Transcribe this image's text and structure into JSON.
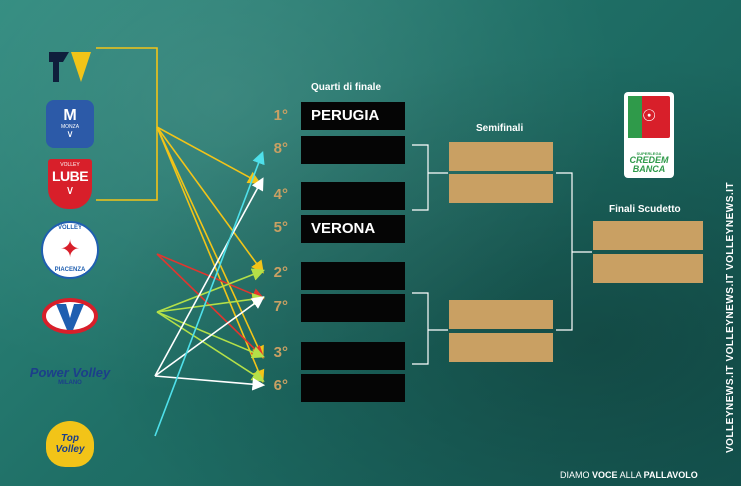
{
  "titles": {
    "quarti": "Quarti di finale",
    "semifinali": "Semifinali",
    "finali": "Finali Scudetto"
  },
  "quarterfinals": [
    {
      "seed": "1°",
      "team": "PERUGIA"
    },
    {
      "seed": "8°",
      "team": ""
    },
    {
      "seed": "4°",
      "team": ""
    },
    {
      "seed": "5°",
      "team": "VERONA"
    },
    {
      "seed": "2°",
      "team": ""
    },
    {
      "seed": "7°",
      "team": ""
    },
    {
      "seed": "3°",
      "team": ""
    },
    {
      "seed": "6°",
      "team": ""
    }
  ],
  "logos": {
    "lube": "LUBE",
    "lube_small": "VOLLEY",
    "monza_small": "MONZA",
    "piacenza": "PIACENZA",
    "piacenza_small": "VOLLEY",
    "powervolley": "Power Volley",
    "powervolley_small": "MILANO",
    "topvolley": "Top Volley",
    "sponsor_line1": "CREDEM",
    "sponsor_line2": "BANCA",
    "sponsor_top": "SUPERLEGA"
  },
  "footer": {
    "tagline_1": "DIAMO",
    "tagline_2": "VOCE",
    "tagline_3": "ALLA",
    "tagline_4": "PALLAVOLO"
  },
  "side_text": "VOLLEYNEWS.IT   VOLLEYNEWS.IT   VOLLEYNEWS.IT",
  "colors": {
    "gold": "#c9a063",
    "arrow_yellow": "#f2c418",
    "arrow_red": "#e2352e",
    "arrow_green": "#b4e048",
    "arrow_white": "#ffffff",
    "arrow_cyan": "#4fe0ea"
  }
}
